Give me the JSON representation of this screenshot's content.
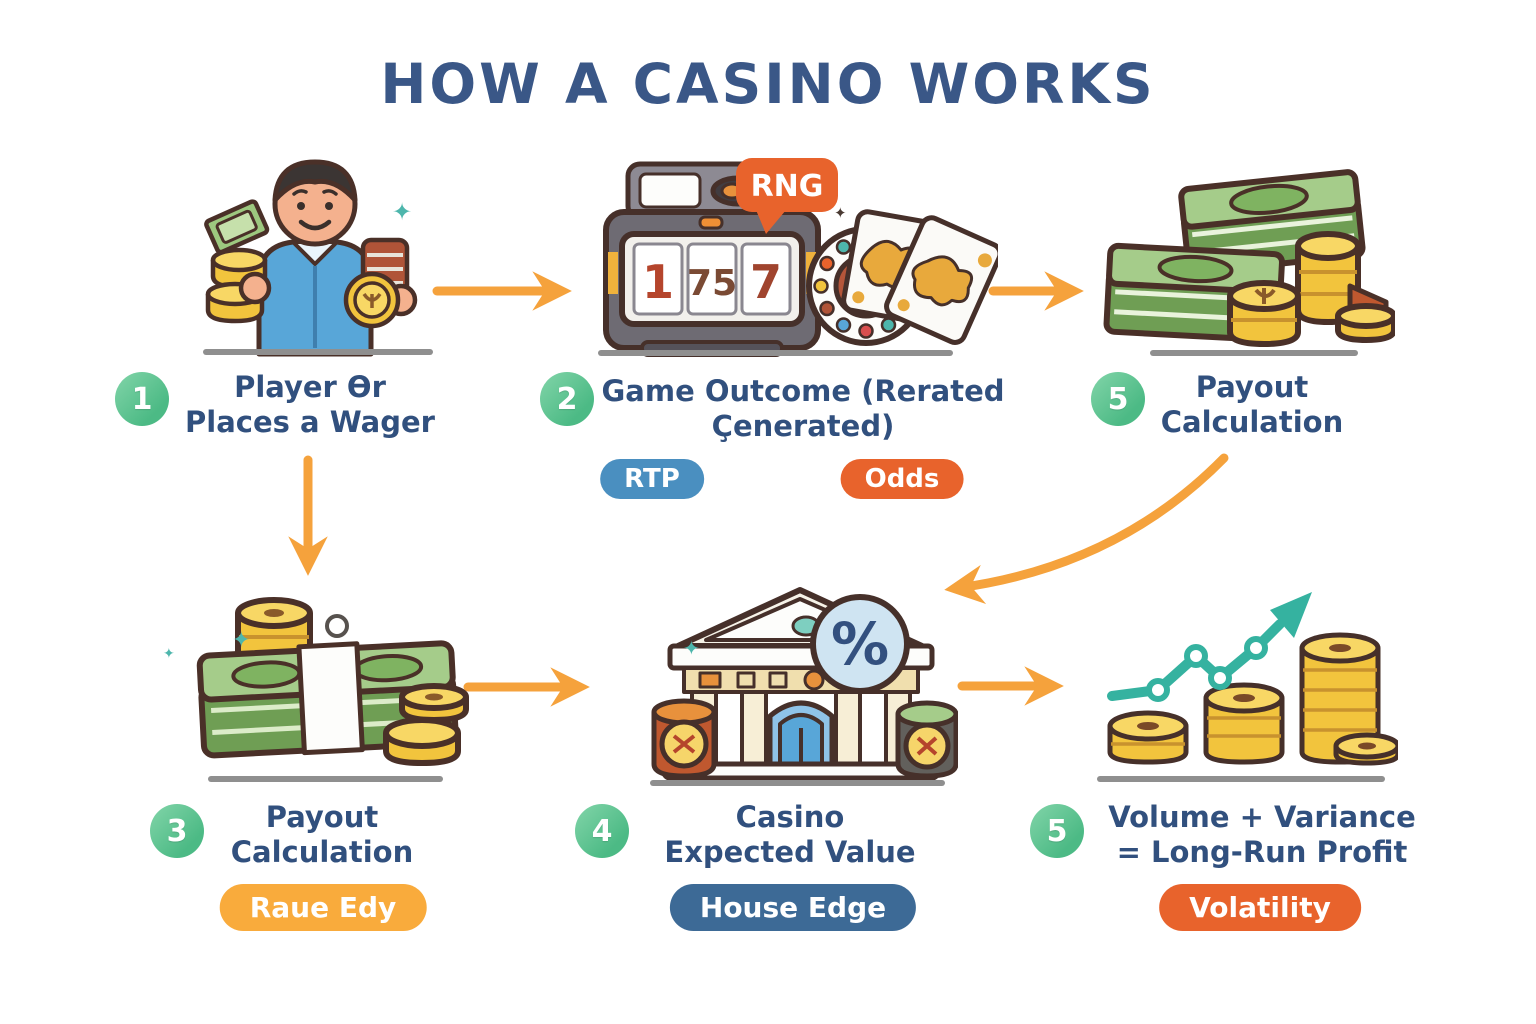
{
  "title": "HOW A CASINO WORKS",
  "steps": {
    "s1": {
      "number": "1",
      "line1": "Player Ɵr",
      "line2": "Places a Wager"
    },
    "s2": {
      "number": "2",
      "line1": "Game Outcome (Rerated",
      "line2": "Çenerated)",
      "badges": {
        "rtp": "RTP",
        "odds": "Odds"
      }
    },
    "s5a": {
      "number": "5",
      "line1": "Payout",
      "line2": "Calculation"
    },
    "s3": {
      "number": "3",
      "line1": "Payout",
      "line2": "Calculation",
      "badge": "Raue Edy"
    },
    "s4": {
      "number": "4",
      "line1": "Casino",
      "line2": "Expected Value",
      "badge": "House Edge"
    },
    "s5b": {
      "number": "5",
      "line1": "Volume + Variance",
      "line2": "= Long-Run Profit",
      "badge": "Volatility"
    }
  },
  "slot": {
    "rng_label": "RNG",
    "reels": {
      "r1": "1",
      "r2": "75",
      "r3": "7"
    }
  },
  "casino": {
    "percent": "%"
  },
  "icons": {
    "sparkle": "✦"
  },
  "colors": {
    "title_text": "#3a5787",
    "label_text": "#31507e",
    "step_circle_green": "#57c28d",
    "arrow_orange": "#f5a23c",
    "badge_blue": "#4a8fc0",
    "badge_orange": "#e8632c",
    "badge_yellow": "#f9ab3c",
    "badge_steel_blue": "#3d6a96",
    "rng_bubble_orange": "#e8632c",
    "growth_arrow_teal": "#35b2a0",
    "money_green": "#6f9e54",
    "coin_gold": "#f2c43d"
  }
}
